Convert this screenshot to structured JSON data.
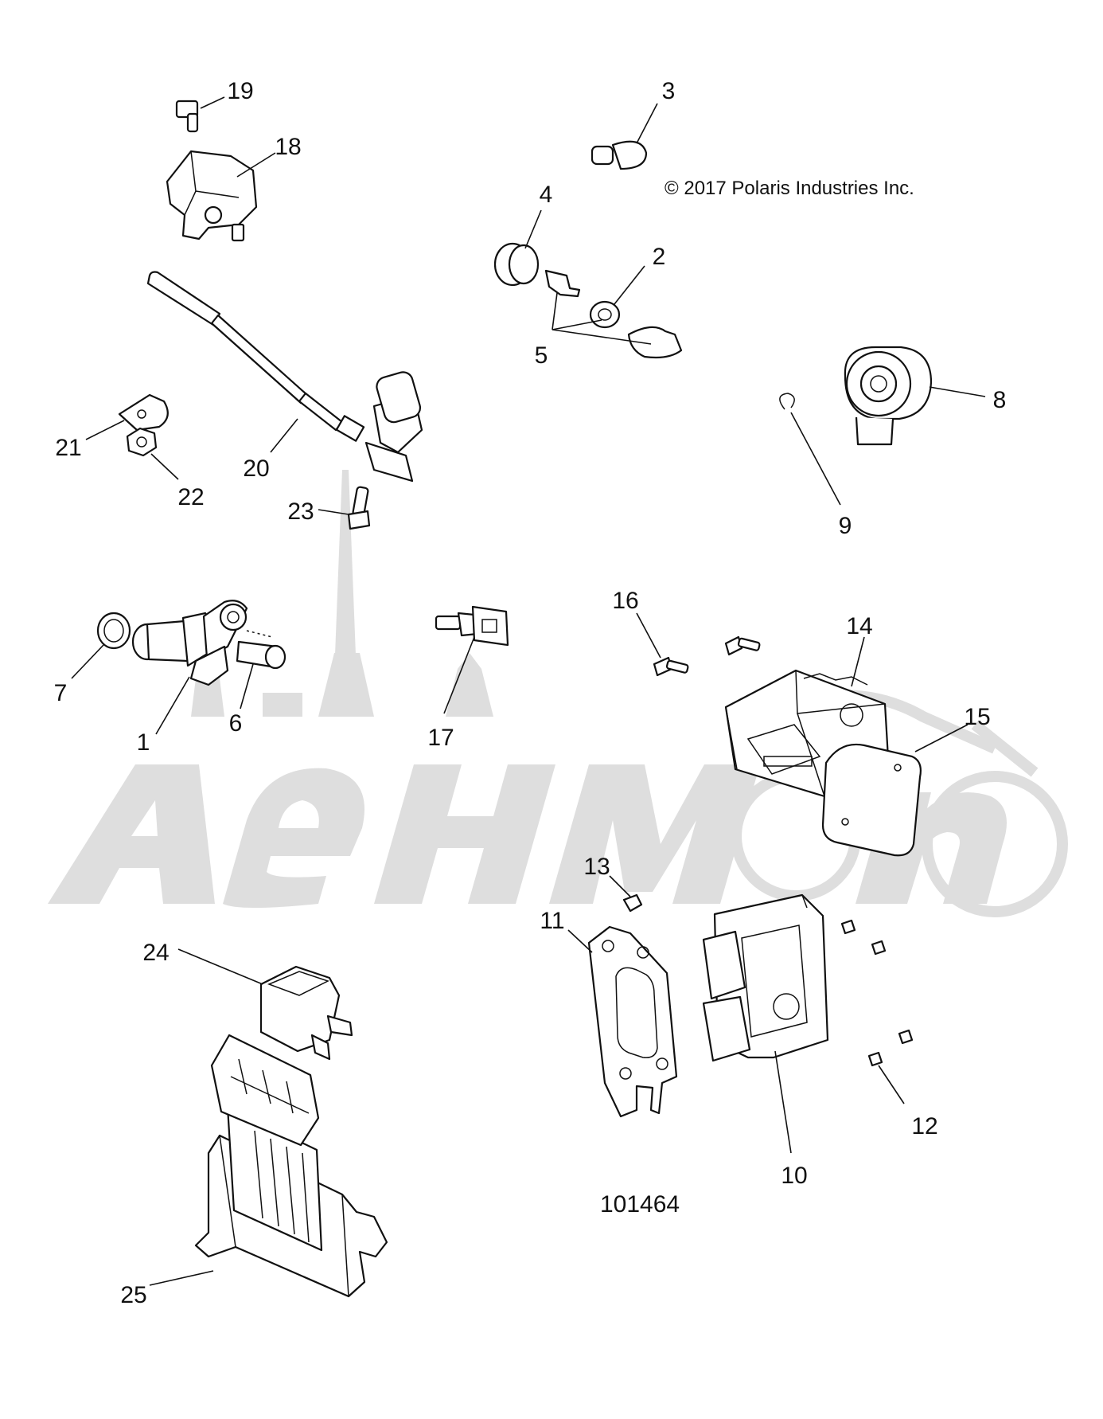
{
  "copyright": "© 2017 Polaris Industries Inc.",
  "figure_id": "101464",
  "watermark": {
    "text": "AehMoto",
    "color": "#dedede"
  },
  "callouts": [
    "1",
    "2",
    "3",
    "4",
    "5",
    "6",
    "7",
    "8",
    "9",
    "10",
    "11",
    "12",
    "13",
    "14",
    "15",
    "16",
    "17",
    "18",
    "19",
    "20",
    "21",
    "22",
    "23",
    "24",
    "25"
  ]
}
